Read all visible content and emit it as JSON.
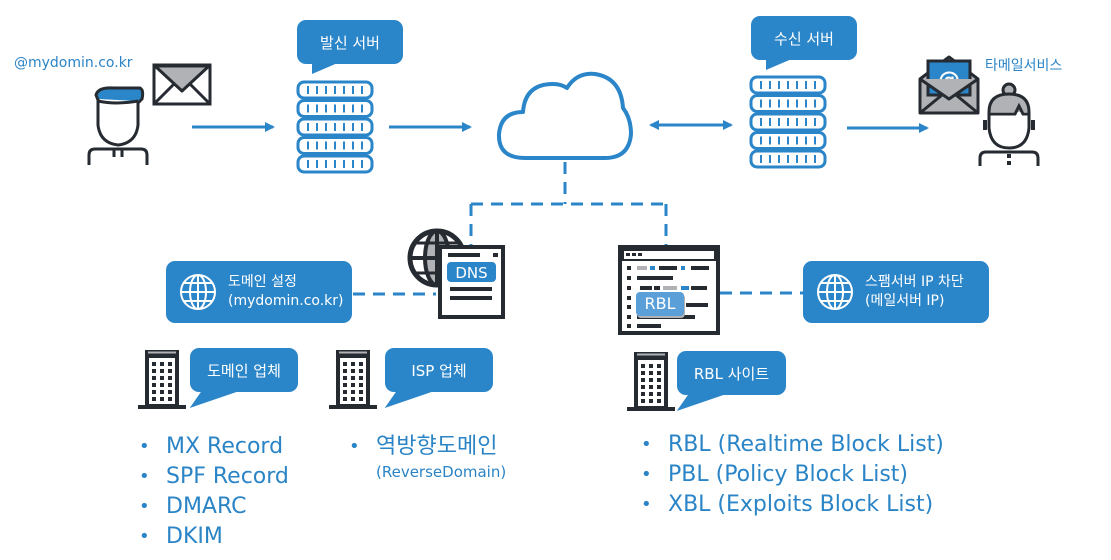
{
  "sender": {
    "email_label": "@mydomin.co.kr",
    "icons": [
      "man-avatar-icon",
      "envelope-icon"
    ]
  },
  "servers": {
    "outgoing": {
      "label": "발신 서버",
      "icon": "server-rack-icon"
    },
    "incoming": {
      "label": "수신 서버",
      "icon": "server-rack-icon"
    }
  },
  "internet": {
    "icon": "cloud-icon"
  },
  "recipient": {
    "service_label": "타메일서비스",
    "icons": [
      "open-envelope-at-icon",
      "woman-avatar-icon"
    ]
  },
  "dns": {
    "badge": "DNS",
    "setting_box": {
      "line1": "도메인 설정",
      "line2": "(mydomin.co.kr)",
      "icon": "globe-icon"
    }
  },
  "rbl": {
    "badge": "RBL",
    "block_box": {
      "line1": "스팸서버 IP 차단",
      "line2": "(메일서버 IP)",
      "icon": "globe-icon"
    }
  },
  "providers": [
    {
      "label": "도메인 업체",
      "icon": "building-icon",
      "items": [
        "MX Record",
        "SPF Record",
        "DMARC",
        "DKIM"
      ]
    },
    {
      "label": "ISP 업체",
      "icon": "building-icon",
      "items": [
        "역방향도메인"
      ],
      "item_sub": "(ReverseDomain)"
    },
    {
      "label": "RBL 사이트",
      "icon": "building-icon",
      "items": [
        "RBL (Realtime Block List)",
        "PBL (Policy Block List)",
        "XBL (Exploits Block List)"
      ]
    }
  ],
  "colors": {
    "accent": "#2b86c9",
    "dark": "#262b31",
    "gray": "#b0b2b5",
    "text_blue": "#2a84c6"
  }
}
